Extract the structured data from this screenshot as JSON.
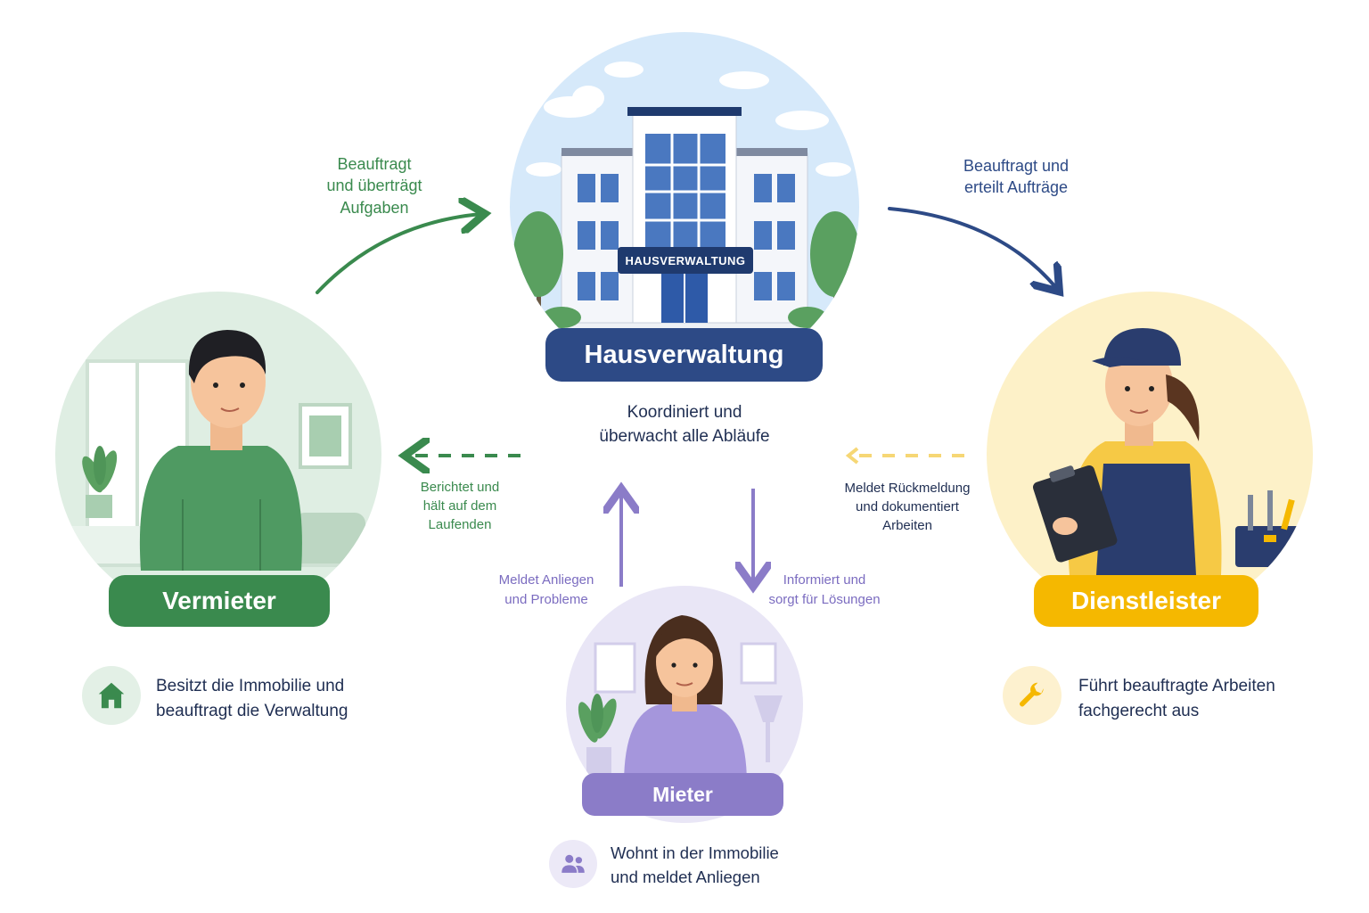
{
  "nodes": {
    "management": {
      "label": "Hausverwaltung",
      "sign": "HAUSVERWALTUNG",
      "center_text": "Koordiniert und überwacht alle Abläufe",
      "color": "#2d4a86"
    },
    "landlord": {
      "label": "Vermieter",
      "description_line1": "Besitzt die Immobilie und",
      "description_line2": "beauftragt die Verwaltung",
      "icon": "house-icon",
      "color": "#3a8a4e"
    },
    "provider": {
      "label": "Dienstleister",
      "description_line1": "Führt beauftragte Arbeiten",
      "description_line2": "fachgerecht aus",
      "icon": "wrench-icon",
      "color": "#f5b800"
    },
    "tenant": {
      "label": "Mieter",
      "description_line1": "Wohnt in der Immobilie",
      "description_line2": "und meldet Anliegen",
      "icon": "people-icon",
      "color": "#8b7cc8"
    }
  },
  "flows": {
    "landlord_to_management": [
      "Beauftragt",
      "und überträgt",
      "Aufgaben"
    ],
    "management_to_provider": [
      "Beauftragt und",
      "erteilt Aufträge"
    ],
    "management_to_landlord": [
      "Berichtet und",
      "hält auf dem",
      "Laufenden"
    ],
    "provider_to_management": [
      "Meldet Rückmeldung",
      "und dokumentiert",
      "Arbeiten"
    ],
    "tenant_to_management": [
      "Meldet Anliegen",
      "und Probleme"
    ],
    "management_to_tenant": [
      "Informiert und",
      "sorgt für Lösungen"
    ]
  }
}
